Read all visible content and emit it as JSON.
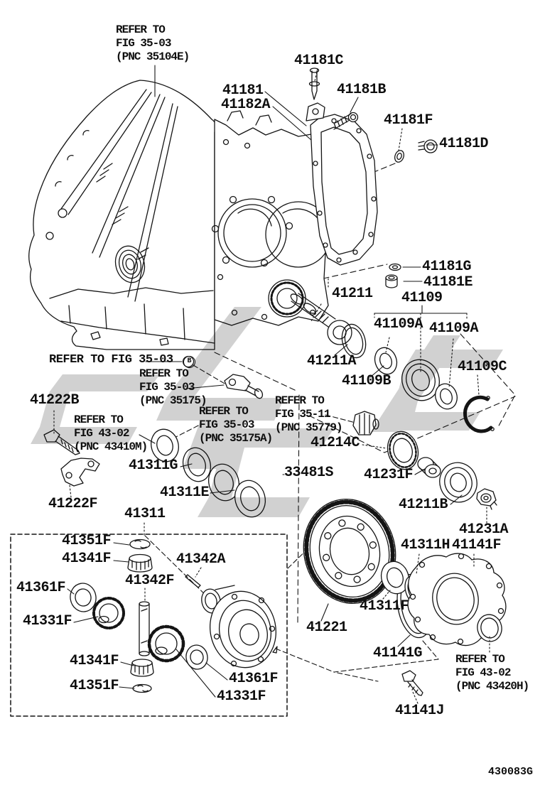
{
  "diagram": {
    "drawing_number": "430083G",
    "view_callout": "B",
    "watermark_color": "#c9c9c9",
    "line_color": "#141414",
    "figure_refs": {
      "fig_top": "REFER TO\nFIG 35-03\n(PNC 35104E)",
      "fig_3503_inline": "REFER TO FIG 35-03",
      "fig_35175": "REFER TO\nFIG 35-03\n(PNC 35175)",
      "fig_43410m": "REFER TO\nFIG 43-02\n(PNC 43410M)",
      "fig_35175a": "REFER TO\nFIG 35-03\n(PNC 35175A)",
      "fig_35779": "REFER TO\nFIG 35-11\n(PNC 35779)",
      "fig_43420h": "REFER TO\nFIG 43-02\n(PNC 43420H)"
    },
    "parts": {
      "p41181c": "41181C",
      "p41181": "41181",
      "p41182a": "41182A",
      "p41181b": "41181B",
      "p41181f": "41181F",
      "p41181d": "41181D",
      "p41181g": "41181G",
      "p41181e": "41181E",
      "p41211": "41211",
      "p41109": "41109",
      "p41109a_left": "41109A",
      "p41109a_right": "41109A",
      "p41211a": "41211A",
      "p41109b": "41109B",
      "p41109c": "41109C",
      "p41222b": "41222B",
      "p41214c": "41214C",
      "p33481s": "33481S",
      "p41231f": "41231F",
      "p41311g": "41311G",
      "p41311e": "41311E",
      "p41222f": "41222F",
      "p41311": "41311",
      "p41211b": "41211B",
      "p41231a": "41231A",
      "p41311h": "41311H",
      "p41141f": "41141F",
      "p41351f_top": "41351F",
      "p41341f_top": "41341F",
      "p41342a": "41342A",
      "p41342f": "41342F",
      "p41361f_left": "41361F",
      "p41331f_left": "41331F",
      "p41341f_bottom": "41341F",
      "p41351f_bottom": "41351F",
      "p41361f_right": "41361F",
      "p41331f_right": "41331F",
      "p41311f": "41311F",
      "p41221": "41221",
      "p41141g": "41141G",
      "p41141j": "41141J"
    }
  }
}
